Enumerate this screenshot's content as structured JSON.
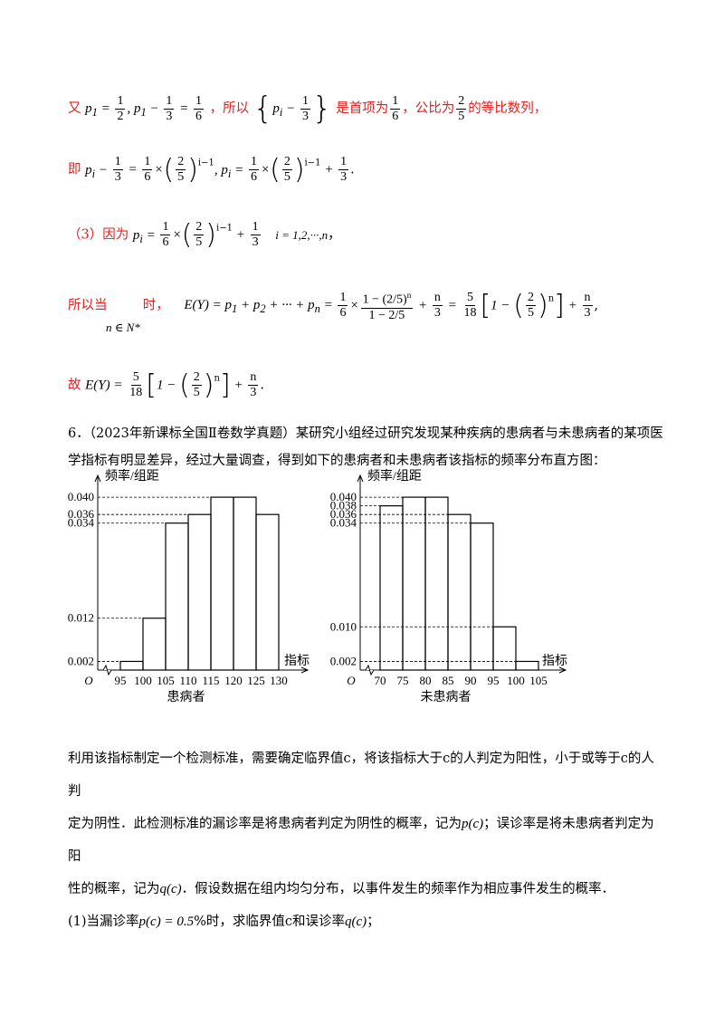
{
  "solution": {
    "l1_you": "又",
    "l1_so": "，所以",
    "l1_first": "是首项为",
    "l1_ratio": "，公比为",
    "l1_end": "的等比数列，",
    "l2_ji": "即",
    "l3_label": "（3）因为",
    "l3_range": "i = 1,2,···,n",
    "l4_when": "所以当",
    "l4_shi": "时，",
    "l4_n": "n ∈ N*",
    "l5_gu": "故"
  },
  "problem": {
    "header": "6．（2023年新课标全国Ⅱ卷数学真题）某研究小组经过研究发现某种疾病的患病者与未患病者的某项医",
    "header2": "学指标有明显差异，经过大量调查，得到如下的患病者和未患病者该指标的频率分布直方图：",
    "p1": "利用该指标制定一个检测标准，需要确定临界值c，将该指标大于c的人判定为阳性，小于或等于c的人判",
    "p2a": "定为阴性．此检测标准的漏诊率是将患病者判定为阴性的概率，记为",
    "p2b": "；误诊率是将未患病者判定为阳",
    "p3a": "性的概率，记为",
    "p3b": "．假设数据在组内均匀分布，以事件发生的频率作为相应事件发生的概率．",
    "q1a": "(1)当漏诊率",
    "q1b": "%时，求临界值c和误诊率"
  },
  "chart_data": [
    {
      "type": "bar",
      "title": "患病者",
      "xlabel": "指标",
      "ylabel": "频率/组距",
      "origin_label": "O",
      "bin_edges": [
        95,
        100,
        105,
        110,
        115,
        120,
        125,
        130
      ],
      "values": [
        0.002,
        0.012,
        0.034,
        0.036,
        0.04,
        0.04,
        0.036
      ],
      "y_ticks": [
        "0.002",
        "0.012",
        "0.034",
        "0.036",
        "0.040"
      ],
      "ylim": [
        0,
        0.044
      ]
    },
    {
      "type": "bar",
      "title": "未患病者",
      "xlabel": "指标",
      "ylabel": "频率/组距",
      "origin_label": "O",
      "bin_edges": [
        70,
        75,
        80,
        85,
        90,
        95,
        100,
        105
      ],
      "values": [
        0.038,
        0.04,
        0.04,
        0.036,
        0.034,
        0.01,
        0.002
      ],
      "y_ticks": [
        "0.002",
        "0.010",
        "0.034",
        "0.036",
        "0.038",
        "0.040"
      ],
      "ylim": [
        0,
        0.044
      ]
    }
  ]
}
